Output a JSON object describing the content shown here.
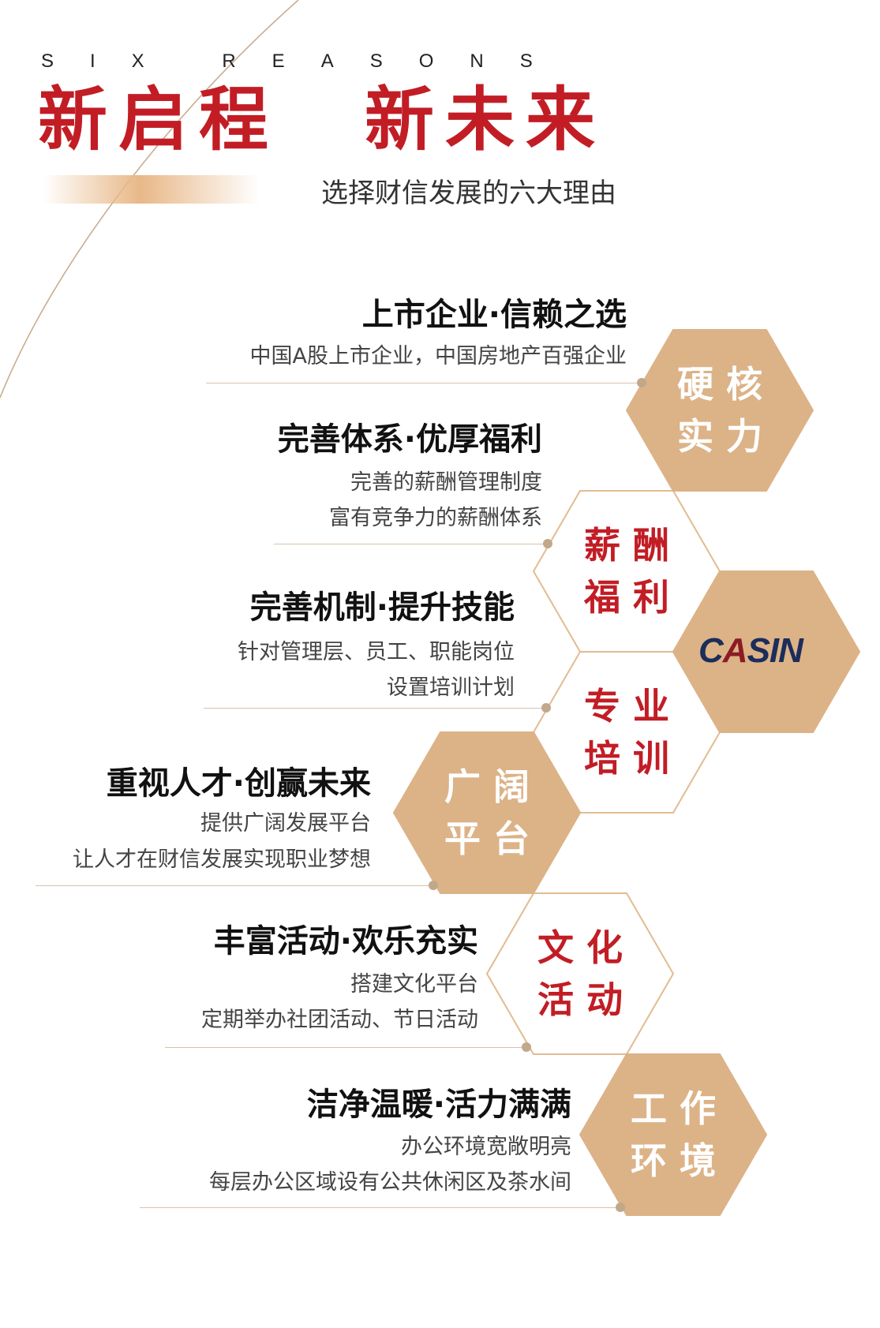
{
  "header": {
    "eyebrow": "SIX REASONS",
    "headline_left": "新启程",
    "headline_right": "新未来",
    "subtitle": "选择财信发展的六大理由"
  },
  "colors": {
    "accent_red": "#c21d25",
    "hex_fill": "#dcb287",
    "hex_stroke": "#e2bb92",
    "logo_navy": "#1b2d5a",
    "logo_red": "#8b1c24"
  },
  "logo": {
    "c": "C",
    "a": "A",
    "rest": "SIN"
  },
  "hexes": [
    {
      "line1": "硬核",
      "line2": "实力",
      "style": "filled"
    },
    {
      "line1": "薪酬",
      "line2": "福利",
      "style": "outline"
    },
    {
      "line1": "专业",
      "line2": "培训",
      "style": "outline"
    },
    {
      "line1": "广阔",
      "line2": "平台",
      "style": "filled"
    },
    {
      "line1": "文化",
      "line2": "活动",
      "style": "outline"
    },
    {
      "line1": "工作",
      "line2": "环境",
      "style": "filled"
    }
  ],
  "reasons": [
    {
      "title": "上市企业·信赖之选",
      "lines": [
        "中国A股上市企业，中国房地产百强企业"
      ]
    },
    {
      "title": "完善体系·优厚福利",
      "lines": [
        "完善的薪酬管理制度",
        "富有竞争力的薪酬体系"
      ]
    },
    {
      "title": "完善机制·提升技能",
      "lines": [
        "针对管理层、员工、职能岗位",
        "设置培训计划"
      ]
    },
    {
      "title": "重视人才·创赢未来",
      "lines": [
        "提供广阔发展平台",
        "让人才在财信发展实现职业梦想"
      ]
    },
    {
      "title": "丰富活动·欢乐充实",
      "lines": [
        "搭建文化平台",
        "定期举办社团活动、节日活动"
      ]
    },
    {
      "title": "洁净温暖·活力满满",
      "lines": [
        "办公环境宽敞明亮",
        "每层办公区域设有公共休闲区及茶水间"
      ]
    }
  ]
}
